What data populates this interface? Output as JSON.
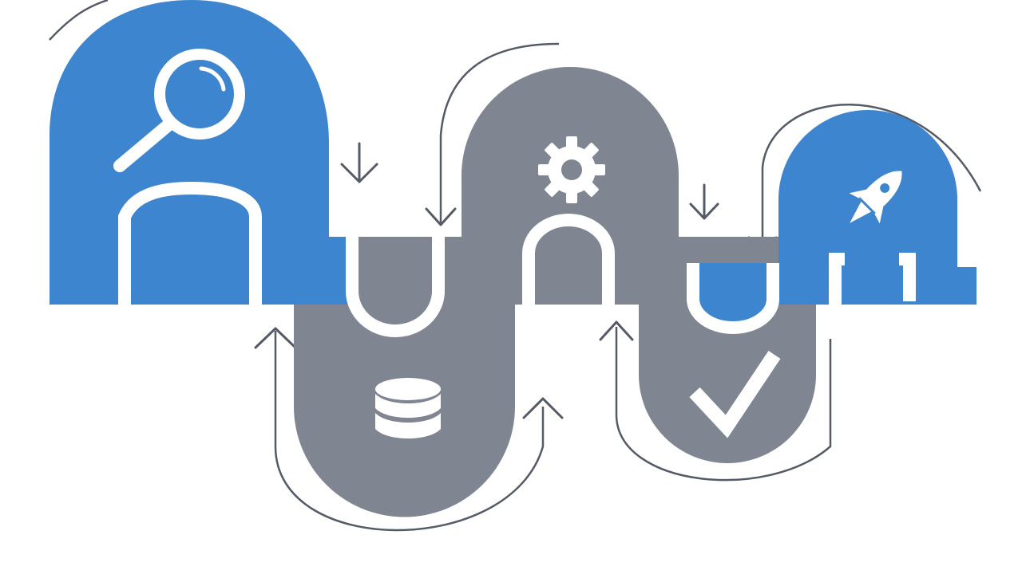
{
  "diagram": {
    "type": "process-flow",
    "stages": [
      {
        "id": "research",
        "icon": "magnifying-glass-icon",
        "color": "#3d86cf"
      },
      {
        "id": "store",
        "icon": "database-icon",
        "color": "#7f8591"
      },
      {
        "id": "configure",
        "icon": "gear-icon",
        "color": "#7f8591"
      },
      {
        "id": "verify",
        "icon": "checkmark-icon",
        "color": "#7f8591"
      },
      {
        "id": "launch",
        "icon": "rocket-icon",
        "color": "#3d86cf"
      }
    ],
    "colors": {
      "blue": "#3d86cf",
      "gray": "#7f8591",
      "arrow": "#555b66",
      "background": "#ffffff"
    }
  }
}
